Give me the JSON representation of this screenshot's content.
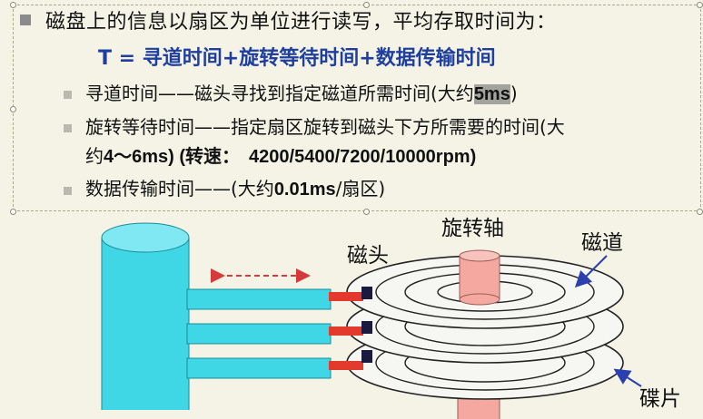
{
  "text": {
    "main_line": "磁盘上的信息以扇区为单位进行读写，平均存取时间为：",
    "formula": "T = 寻道时间+旋转等待时间+数据传输时间",
    "seek_prefix": "寻道时间——磁头寻找到指定磁道所需时间(大约",
    "seek_value": "5ms",
    "seek_suffix": ")",
    "rotation_line1": "旋转等待时间——指定扇区旋转到磁头下方所需要的时间(大",
    "rotation_line2_a": "约",
    "rotation_line2_b": "4～6ms",
    "rotation_line2_c": ")  (转速：",
    "rotation_line2_d": "4200/5400/7200/10000rpm",
    "rotation_line2_e": ")",
    "transfer_prefix": "数据传输时间——(大约",
    "transfer_value": "0.01ms",
    "transfer_suffix": "/扇区)"
  },
  "labels": {
    "spindle": "旋转轴",
    "head": "磁头",
    "track": "磁道",
    "platter": "碟片"
  },
  "colors": {
    "formula": "#1f3f9e",
    "arm": "#3fd6e6",
    "spindle": "#f4a8a0",
    "head_tip": "#e23b2e",
    "arrow_red": "#d63a3a",
    "arrow_blue": "#2a3fb0"
  }
}
